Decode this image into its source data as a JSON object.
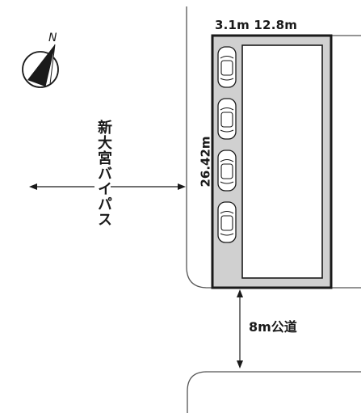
{
  "compass": {
    "north_label": "N"
  },
  "dimensions": {
    "top": "3.1m  12.8m",
    "side": "26.42m"
  },
  "roads": {
    "main_road": "新大宮バイパス",
    "public_road": "8m公道"
  },
  "parking": {
    "car_count": 4
  },
  "colors": {
    "ink": "#1a1a1a",
    "parking_strip": "#d0d0d0",
    "lot_outline": "#1a1a1a"
  },
  "icons": [
    "compass-icon",
    "car-icon",
    "double-arrow-icon"
  ]
}
